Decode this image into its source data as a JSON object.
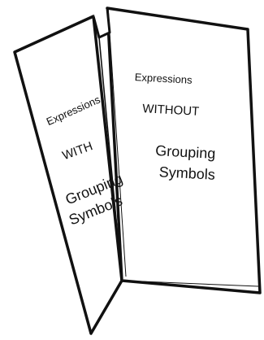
{
  "left_panel": {
    "line1": "Expressions",
    "line2": "WITH",
    "line3": "Grouping",
    "line4": "Symbols"
  },
  "right_panel": {
    "line1": "Expressions",
    "line2": "WITHOUT",
    "line3": "Grouping",
    "line4": "Symbols"
  },
  "colors": {
    "stroke": "#111111",
    "paper": "#ffffff",
    "text": "#111111"
  }
}
